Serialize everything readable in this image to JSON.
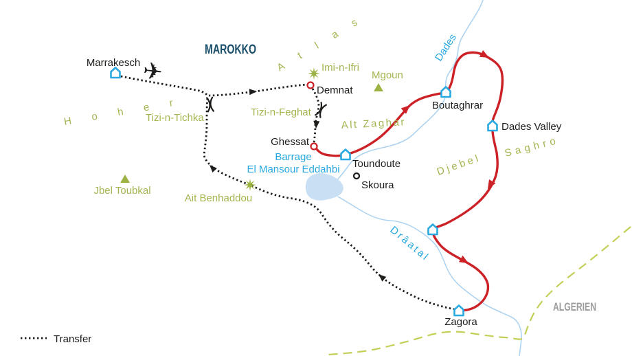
{
  "labels": {
    "country": "MAROKKO",
    "neighbor": "ALGERIEN"
  },
  "legend": {
    "transfer": "Transfer"
  },
  "cities": {
    "marrakesch": "Marrakesch",
    "demnat": "Demnat",
    "ghessat": "Ghessat",
    "toundoute": "Toundoute",
    "skoura": "Skoura",
    "boutaghrar": "Boutaghrar",
    "dades_valley": "Dades Valley",
    "zagora": "Zagora"
  },
  "sights": {
    "imi_n_ifri": "Imi-n-Ifri",
    "ait_benhaddou": "Ait Benhaddou"
  },
  "mountains": {
    "hoher": "Hoher",
    "atlas": "Atlas",
    "jbel_toubkal": "Jbel Toubkal",
    "mgoun": "Mgoun",
    "alt_zaghar": "Alt Zaghar",
    "djebel": "Djebel",
    "saghro": "Saghro"
  },
  "passes": {
    "tizi_n_tichka": "Tizi-n-Tichka",
    "tizi_n_feghat": "Tizi-n-Feghat"
  },
  "waters": {
    "dades": "Dades",
    "draatal": "Drâatal",
    "barrage_line1": "Barrage",
    "barrage_line2": "El Mansour Eddahbi"
  },
  "icons": {
    "airplane": "✈"
  },
  "colors": {
    "trek_route": "#cc2127",
    "transfer_route": "#1d1d1b",
    "water_labels_and_huts": "#29a9e0",
    "river": "#aed3f0",
    "terrain_green": "#a3b550",
    "algeria_border": "#c3cf57",
    "country_label": "#1b4e6b",
    "neighbor_label": "#9c9c9c"
  }
}
